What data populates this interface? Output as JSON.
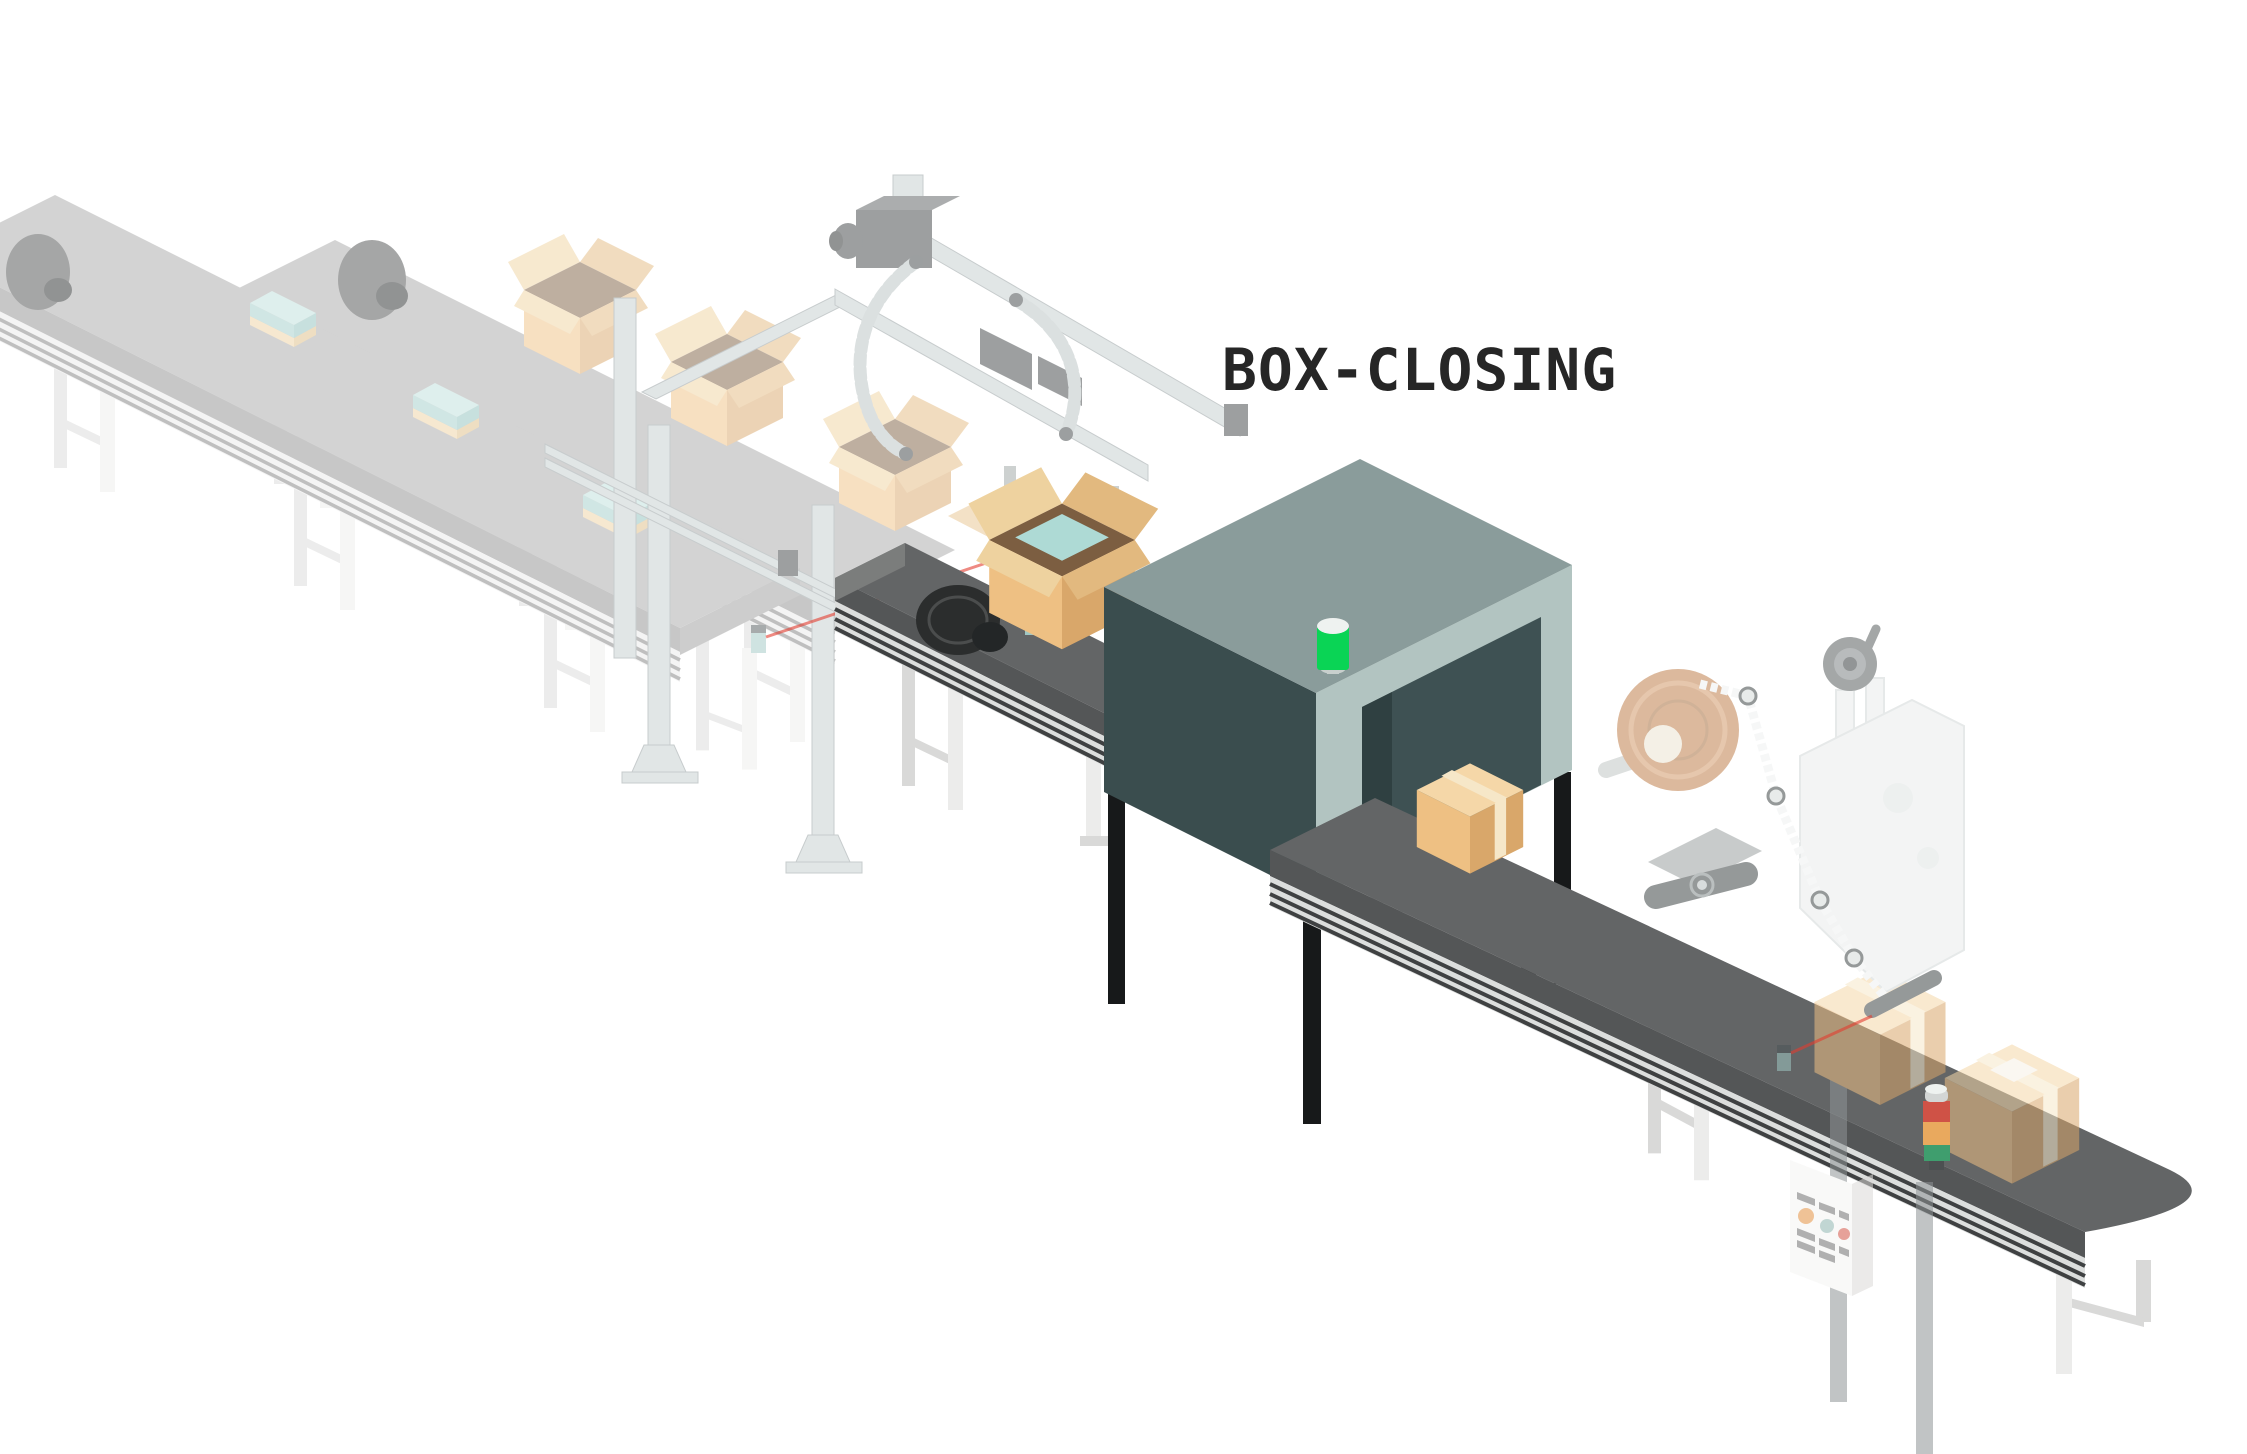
{
  "title": {
    "text": "BOX-CLOSING"
  },
  "scene": {
    "type": "isometric-packaging-line-illustration",
    "focus_stage": "box-closing",
    "machine_status_light": "green",
    "upstream_ghosted_parts": [
      "product-conveyor-with-flat-products",
      "case-conveyor-with-open-boxes",
      "case-packer-gantry",
      "photo-sensors-with-red-lasers"
    ],
    "focus_parts": [
      "infeed-conveyor",
      "open-box-with-product",
      "box-closing-machine",
      "green-status-light",
      "outfeed-conveyor",
      "closed-taped-box"
    ],
    "downstream_ghosted_parts": [
      "labeling-machine",
      "label-roll",
      "vision-camera",
      "labeled-boxes",
      "signal-tower-light",
      "control-panel",
      "support-poles"
    ]
  },
  "colors": {
    "title_text": "#262626",
    "laser_red": "#e23c2e",
    "sensor_teal": "#9fc6c2",
    "sensor_cap": "#4e5658",
    "ghost_belt": "#a6a6a6",
    "ghost_belt_side": "#8f8f8f",
    "ghost_belt_end": "#9b9b9b",
    "ghost_rail": "#e8e8e8",
    "ghost_rail_stripe": "#7e7e7e",
    "leg_white": "#ececeb",
    "leg_shade": "#d9d9d8",
    "drum_dark": "#4a4c4c",
    "steel_light": "#c3cccd",
    "steel_stroke": "#8f999b",
    "motor_dark": "#3a3f40",
    "motor_top": "#565b5c",
    "motor_end": "#232627",
    "chain_gray": "#b7c0c1",
    "sheet_top": "#bcdeda",
    "sheet_side": "#a0cdc9",
    "sheet_side_dark": "#8fc0bc",
    "sheet_base": "#ecd0a0",
    "sheet_base_dark": "#ddbd85",
    "box_top": "#f5d7a8",
    "box_front": "#eec083",
    "box_side": "#d9a76a",
    "box_inner": "#7c5e41",
    "box_flap": "#eed29f",
    "box_flap_dark": "#e2b97f",
    "box_tape": "#f6e7c8",
    "content_teal": "#aedad5",
    "belt_dark": "#636566",
    "belt_side": "#545657",
    "belt_end": "#7b7d7c",
    "belt_motor": "#2b2d2d",
    "rail_light": "#dcdedd",
    "rail_stripe": "#3f4142",
    "crossbar_gray": "#b9bbba",
    "machine_top": "#8a9c9b",
    "machine_left": "#3a4d4e",
    "machine_right": "#b2c4c1",
    "machine_inner": "#3e5153",
    "machine_inner_dark": "#2f4041",
    "machine_leg": "#17191a",
    "status_green": "#0ad455",
    "light_cap": "#eef2f0",
    "light_base": "#c8cfcd",
    "roll_tan": "#c0804d",
    "roll_ring": "#d29a6b",
    "roll_ring_dark": "#aa7344",
    "roll_core": "#ece4d2",
    "labeler_body": "#e9ecec",
    "labeler_stroke": "#d2d7d7",
    "labeler_detail": "#dfe3e2",
    "camera_dark": "#595f60",
    "camera_mid": "#7e8485",
    "camera_core": "#393f40",
    "roller_dark": "#3f4546",
    "roller_ring": "#828a8a",
    "roller_hub": "#b9bfbf",
    "press_block": "#9ba1a1",
    "spindle_gray": "#c2c6c5",
    "tape_white": "#eff1f1",
    "signal_red": "#cf5246",
    "signal_orange": "#e9a95e",
    "signal_green": "#3f9e6e",
    "signal_cap": "#d3d6d5",
    "signal_base": "#4c5051",
    "panel_body": "#f4f4f2",
    "panel_side": "#dad9d7",
    "panel_bar": "#6f6f6f",
    "button_orange": "#e29140",
    "button_teal": "#8fb4af",
    "button_red": "#d25446",
    "pole_gray": "#8f9496",
    "blank_tan": "#e6c28c",
    "blank_tan_dark": "#dbb87f",
    "silver_post": "#cdd1d0",
    "label_white": "#f6f1e6"
  }
}
